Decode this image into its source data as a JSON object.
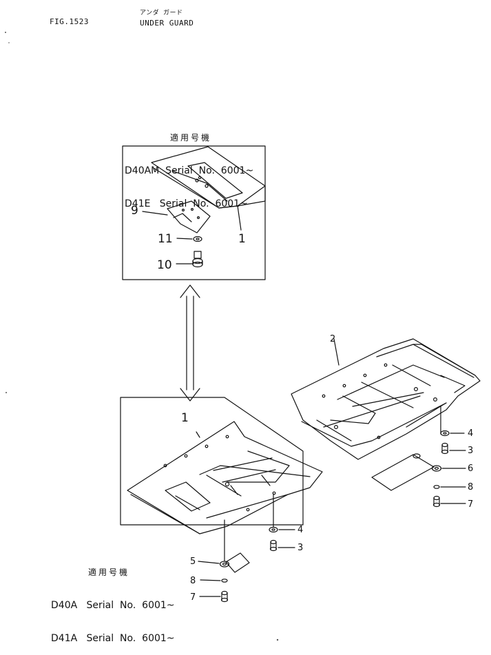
{
  "header": {
    "fig": "FIG.1523",
    "title_kana": "アンダ ガード",
    "title": "UNDER GUARD"
  },
  "serial_top": {
    "heading": "適用号機",
    "lines": [
      "D40AM  Serial  No.  6001~",
      "D41E   Serial  No.  6001~"
    ]
  },
  "serial_bottom": {
    "heading": "適用号機",
    "lines": [
      "D40A   Serial  No.  6001~",
      "D41A   Serial  No.  6001~"
    ]
  },
  "callouts": {
    "c1": "1",
    "c2": "2",
    "c3": "3",
    "c4": "4",
    "c5": "5",
    "c6": "6",
    "c7": "7",
    "c8": "8",
    "c9": "9",
    "c10": "10",
    "c11": "11"
  }
}
